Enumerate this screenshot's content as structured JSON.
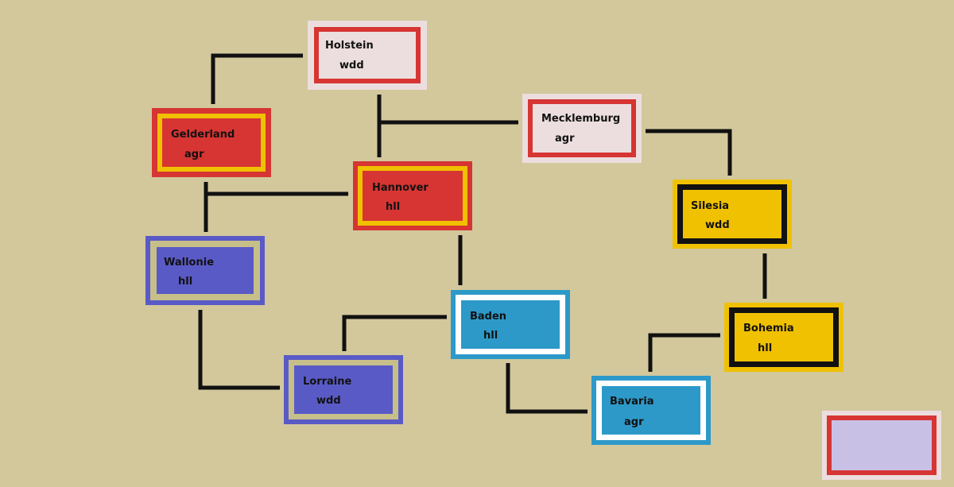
{
  "colors": {
    "background": "#d2c89c",
    "red": "#d63533",
    "pink": "#ecdede",
    "yellow": "#f0c100",
    "blue": "#2d99c9",
    "purple": "#5a5ac6",
    "tan": "#c7bf8a",
    "white": "#ffffff",
    "black": "#111111",
    "lavender": "#c9c0e6"
  },
  "regions": [
    {
      "id": "holstein",
      "name": "Holstein",
      "kind": "wdd",
      "outer": "pink",
      "ring": "red",
      "fill": "pink"
    },
    {
      "id": "gelderland",
      "name": "Gelderland",
      "kind": "agr",
      "outer": "red",
      "ring": "yellow",
      "fill": "red"
    },
    {
      "id": "mecklemburg",
      "name": "Mecklemburg",
      "kind": "agr",
      "outer": "pink",
      "ring": "red",
      "fill": "pink"
    },
    {
      "id": "hannover",
      "name": "Hannover",
      "kind": "hll",
      "outer": "red",
      "ring": "yellow",
      "fill": "red"
    },
    {
      "id": "silesia",
      "name": "Silesia",
      "kind": "wdd",
      "outer": "yellow",
      "ring": "black",
      "fill": "yellow"
    },
    {
      "id": "wallonie",
      "name": "Wallonie",
      "kind": "hll",
      "outer": "purple",
      "ring": "tan",
      "fill": "purple"
    },
    {
      "id": "baden",
      "name": "Baden",
      "kind": "hll",
      "outer": "blue",
      "ring": "white",
      "fill": "blue"
    },
    {
      "id": "bohemia",
      "name": "Bohemia",
      "kind": "hll",
      "outer": "yellow",
      "ring": "black",
      "fill": "yellow"
    },
    {
      "id": "lorraine",
      "name": "Lorraine",
      "kind": "wdd",
      "outer": "purple",
      "ring": "tan",
      "fill": "purple"
    },
    {
      "id": "bavaria",
      "name": "Bavaria",
      "kind": "agr",
      "outer": "blue",
      "ring": "white",
      "fill": "blue"
    },
    {
      "id": "legend",
      "name": "",
      "kind": "",
      "outer": "pink",
      "ring": "red",
      "fill": "lavender"
    }
  ],
  "links": [
    [
      "holstein",
      "gelderland"
    ],
    [
      "holstein",
      "hannover"
    ],
    [
      "hannover",
      "mecklemburg"
    ],
    [
      "gelderland",
      "wallonie"
    ],
    [
      "wallonie",
      "hannover"
    ],
    [
      "mecklemburg",
      "silesia"
    ],
    [
      "hannover",
      "baden"
    ],
    [
      "silesia",
      "bohemia"
    ],
    [
      "wallonie",
      "lorraine"
    ],
    [
      "baden",
      "lorraine"
    ],
    [
      "baden",
      "bavaria"
    ],
    [
      "bohemia",
      "bavaria"
    ]
  ]
}
